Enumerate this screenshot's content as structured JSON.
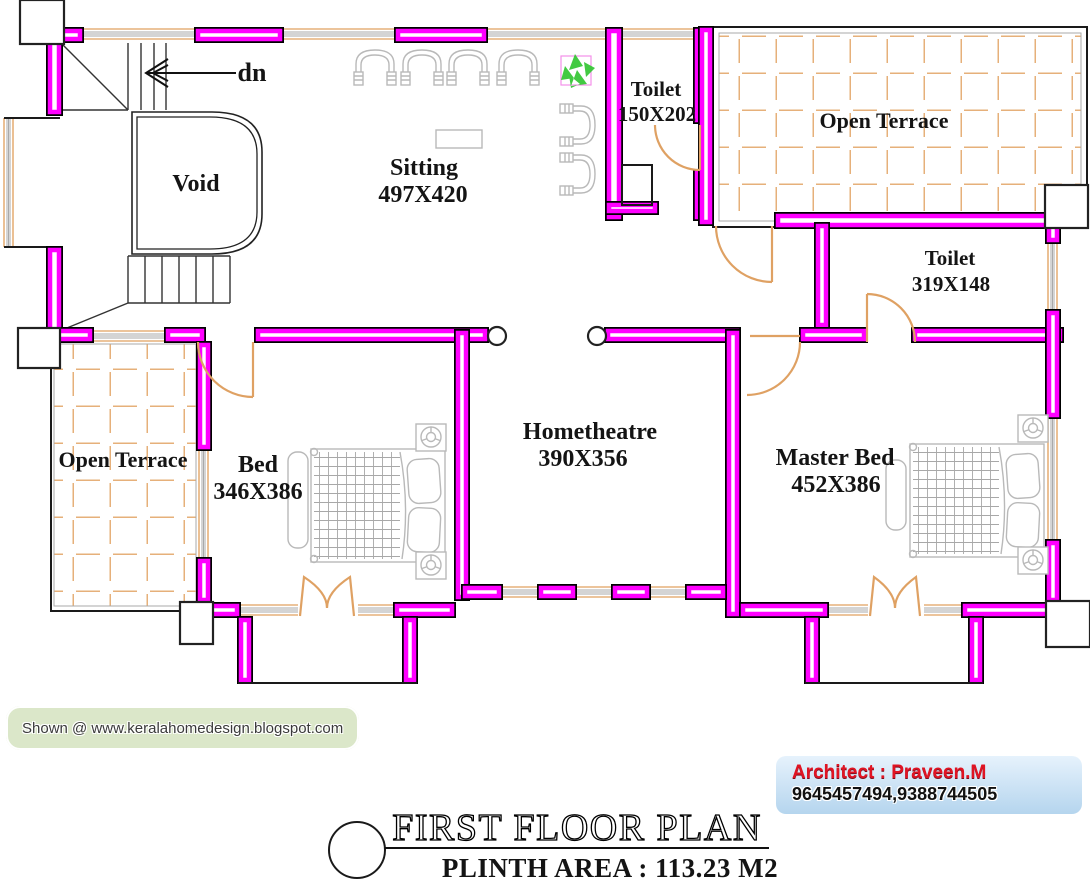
{
  "plan": {
    "title": "FIRST FLOOR PLAN",
    "subtitle": "PLINTH  AREA : 113.23 M2",
    "stair_label": "dn",
    "rooms": [
      {
        "name": "Void",
        "dims": ""
      },
      {
        "name": "Sitting",
        "dims": "497X420"
      },
      {
        "name": "Toilet",
        "dims": "150X202"
      },
      {
        "name": "Open Terrace",
        "dims": ""
      },
      {
        "name": "Toilet",
        "dims": "319X148"
      },
      {
        "name": "Open Terrace",
        "dims": ""
      },
      {
        "name": "Bed",
        "dims": "346X386"
      },
      {
        "name": "Hometheatre",
        "dims": "390X356"
      },
      {
        "name": "Master Bed",
        "dims": "452X386"
      }
    ]
  },
  "watermark": {
    "text": "Shown @  www.keralahomedesign.blogspot.com"
  },
  "architect": {
    "label": "Architect : Praveen.M",
    "phone": "9645457494,9388744505"
  },
  "colors": {
    "wall": "#ff00ff",
    "wall_outline": "#000000",
    "door": "#dfa163",
    "tile": "#e6b07a",
    "window": "#a9a9a9",
    "plant": "#2ec42e",
    "watermark_bg": "#dbe7c9",
    "architect_bg": "#b5d5ee",
    "architect_red": "#e01423"
  }
}
